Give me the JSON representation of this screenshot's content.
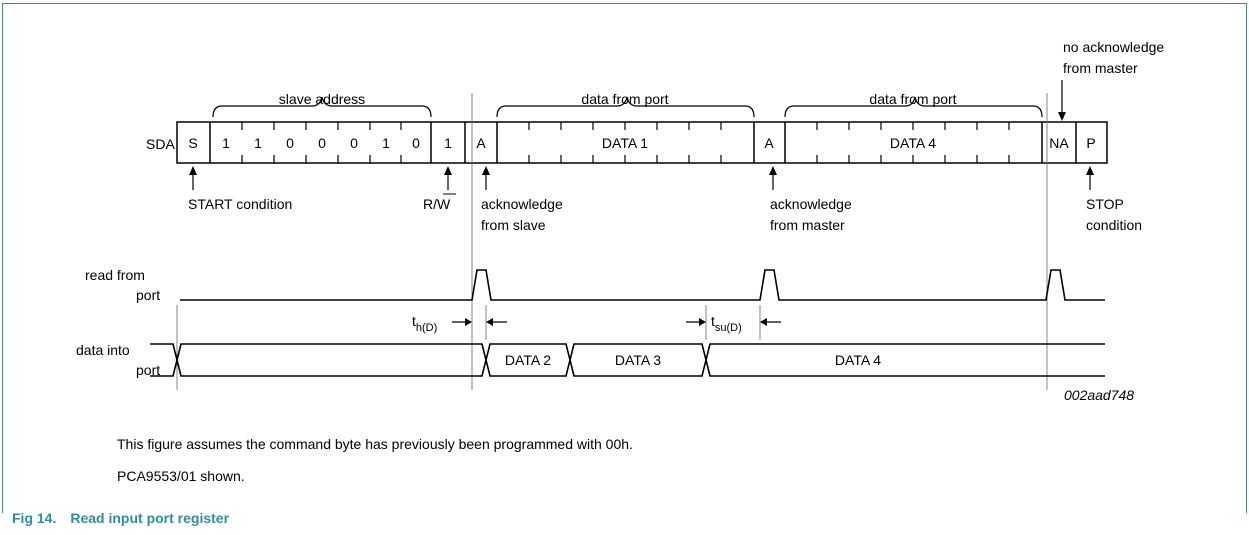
{
  "diagram": {
    "sda_label": "SDA",
    "sda_cells": {
      "start": "S",
      "address_bits": [
        "1",
        "1",
        "0",
        "0",
        "0",
        "1",
        "0"
      ],
      "rw_bit": "1",
      "ack1": "A",
      "data1": "DATA 1",
      "ack2": "A",
      "data4": "DATA 4",
      "nack": "NA",
      "stop": "P"
    },
    "braces": {
      "slave_address": "slave address",
      "data_from_port_1": "data from port",
      "data_from_port_2": "data from port"
    },
    "annotations": {
      "start_condition": "START condition",
      "rw": "R/W",
      "ack_slave_line1": "acknowledge",
      "ack_slave_line2": "from slave",
      "ack_master_line1": "acknowledge",
      "ack_master_line2": "from master",
      "stop_line1": "STOP",
      "stop_line2": "condition",
      "no_ack_line1": "no acknowledge",
      "no_ack_line2": "from master"
    },
    "read_from_port": {
      "line1": "read from",
      "line2": "port"
    },
    "data_into_port": {
      "line1": "data into",
      "line2": "port",
      "segments": [
        "DATA 2",
        "DATA 3",
        "DATA 4"
      ]
    },
    "timing": {
      "th_main": "t",
      "th_sub": "h(D)",
      "tsu_main": "t",
      "tsu_sub": "su(D)"
    },
    "figure_code": "002aad748"
  },
  "notes": [
    "This figure assumes the command byte has previously been programmed with 00h.",
    "PCA9553/01 shown."
  ],
  "caption": {
    "number": "Fig 14.",
    "title": "Read input port register"
  },
  "colors": {
    "accent": "#2c8fa0"
  }
}
